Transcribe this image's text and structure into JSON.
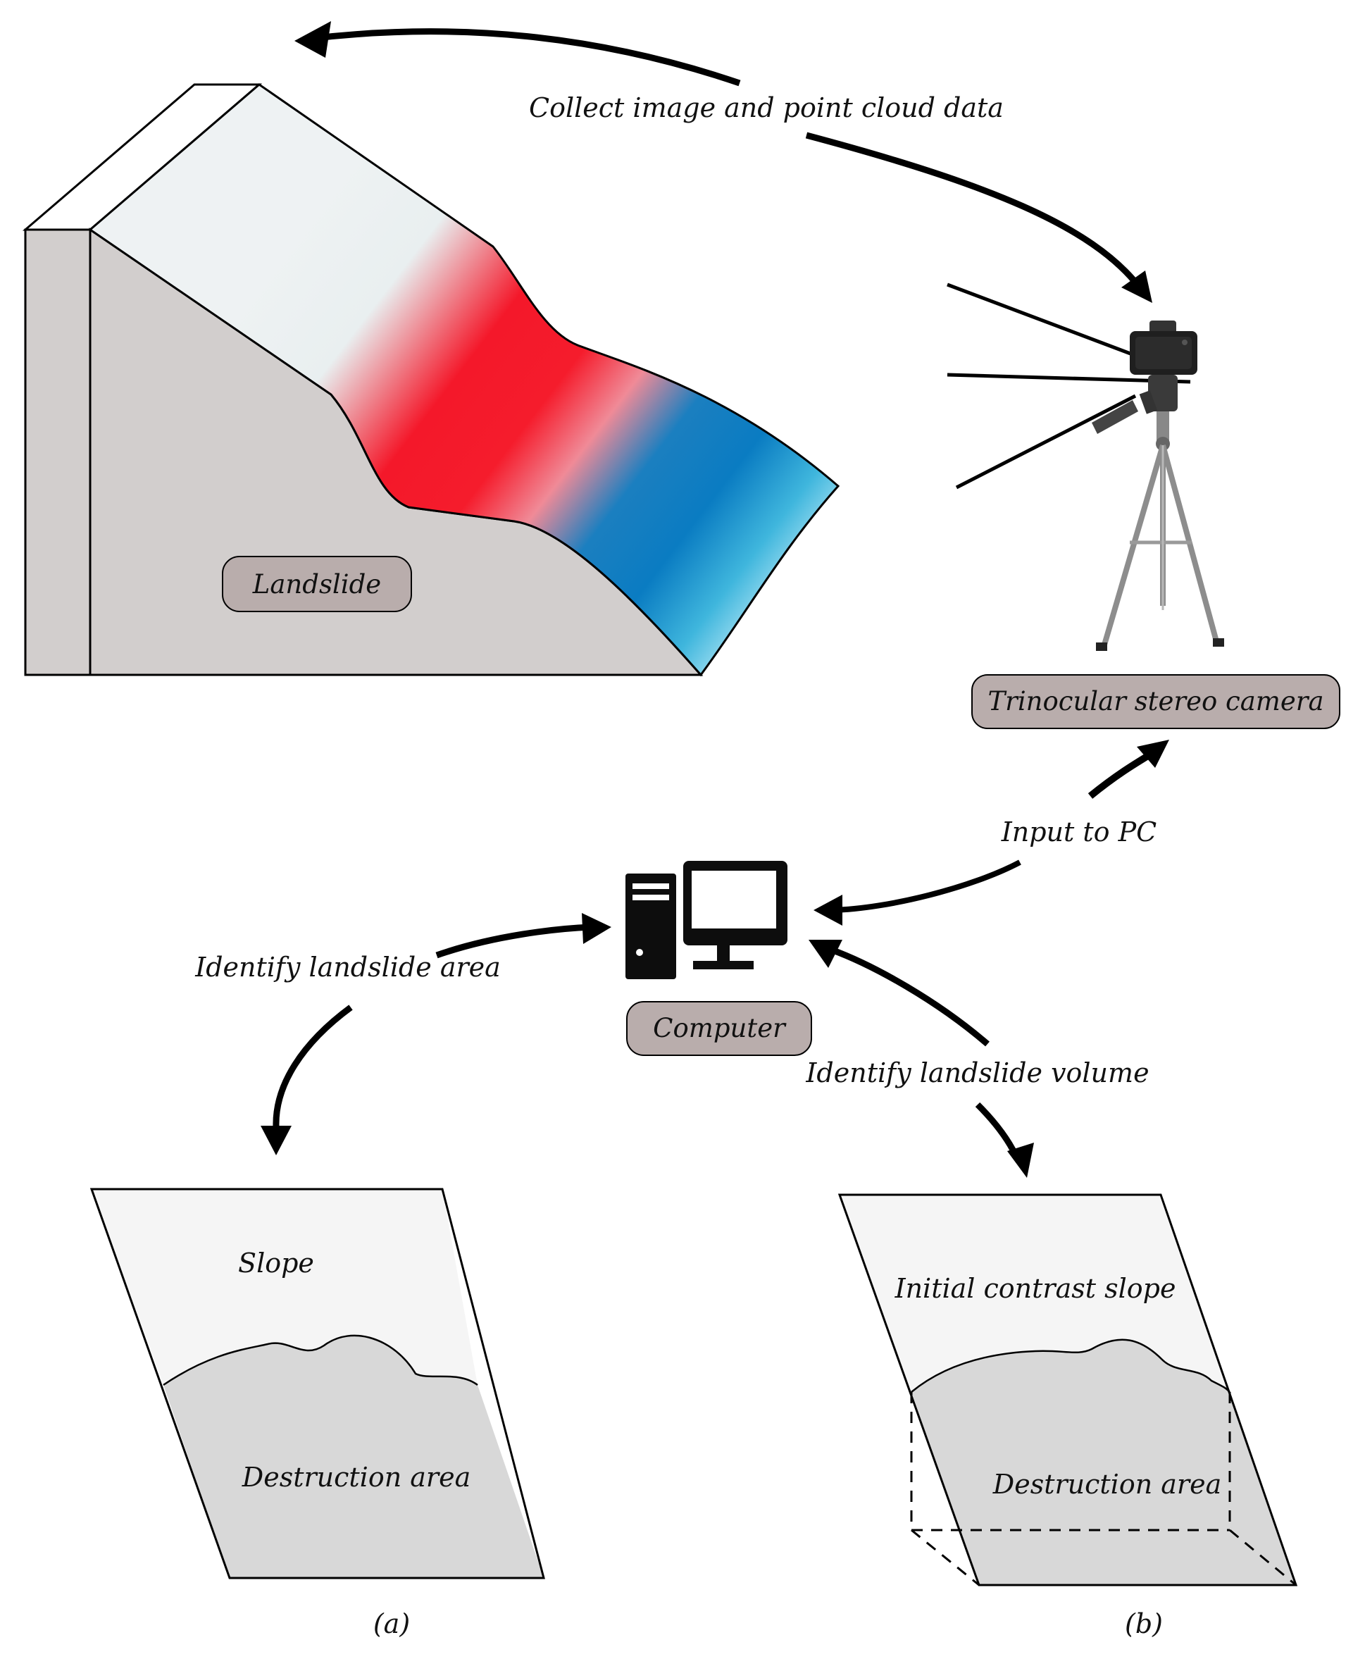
{
  "labels": {
    "collect": "Collect image and point cloud data",
    "input_pc": "Input to PC",
    "identify_area": "Identify landslide area",
    "identify_volume": "Identify landslide volume",
    "slope": "Slope",
    "destruction_a": "Destruction area",
    "initial_slope": "Initial contrast slope",
    "destruction_b": "Destruction area",
    "caption_a": "(a)",
    "caption_b": "(b)"
  },
  "pills": {
    "landslide": "Landslide",
    "camera": "Trinocular stereo camera",
    "computer": "Computer"
  },
  "colors": {
    "pill_fill": "#b9adac",
    "slope_gray": "#d2cecd",
    "landslide_red": "#f4182a",
    "landslide_blue": "#0a7cc2",
    "landslide_cyan": "#4fc3e3",
    "upper_slope": "#f3f4f4",
    "destruction_fill": "#d8d8d8"
  },
  "icons": [
    "computer-icon",
    "camera-icon",
    "tripod-icon"
  ]
}
